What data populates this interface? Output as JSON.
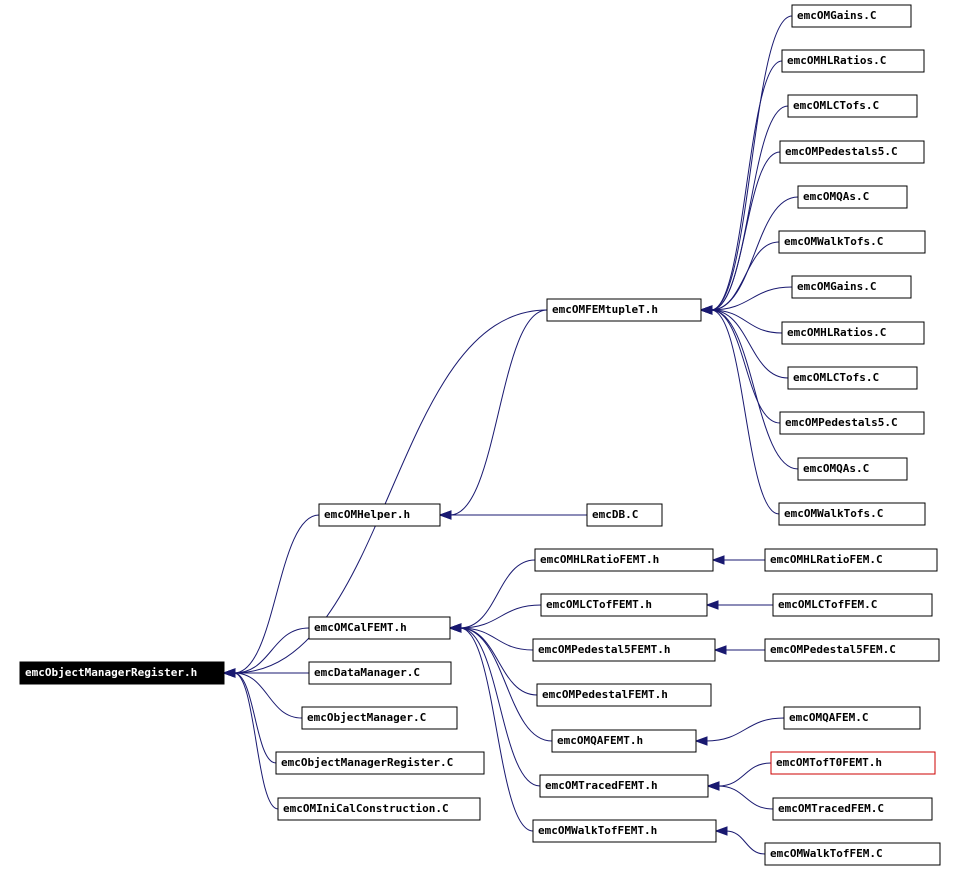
{
  "nodes": {
    "root": "emcObjectManagerRegister.h",
    "emcOMFEMtupleT_h": "emcOMFEMtupleT.h",
    "emcOMHelper_h": "emcOMHelper.h",
    "emcOMCalFEMT_h": "emcOMCalFEMT.h",
    "emcDataManager_C": "emcDataManager.C",
    "emcObjectManager_C": "emcObjectManager.C",
    "emcObjectManagerRegister_C": "emcObjectManagerRegister.C",
    "emcOMIniCalConstruction_C": "emcOMIniCalConstruction.C",
    "emcDB_C": "emcDB.C",
    "emcOMHLRatioFEMT_h": "emcOMHLRatioFEMT.h",
    "emcOMLCTofFEMT_h": "emcOMLCTofFEMT.h",
    "emcOMPedestal5FEMT_h": "emcOMPedestal5FEMT.h",
    "emcOMPedestalFEMT_h": "emcOMPedestalFEMT.h",
    "emcOMQAFEMT_h": "emcOMQAFEMT.h",
    "emcOMTracedFEMT_h": "emcOMTracedFEMT.h",
    "emcOMWalkTofFEMT_h": "emcOMWalkTofFEMT.h",
    "emcOMHLRatioFEM_C": "emcOMHLRatioFEM.C",
    "emcOMLCTofFEM_C": "emcOMLCTofFEM.C",
    "emcOMPedestal5FEM_C": "emcOMPedestal5FEM.C",
    "emcOMQAFEM_C": "emcOMQAFEM.C",
    "emcOMTofT0FEMT_h": "emcOMTofT0FEMT.h",
    "emcOMTracedFEM_C": "emcOMTracedFEM.C",
    "emcOMWalkTofFEM_C": "emcOMWalkTofFEM.C",
    "t_gains_1": "emcOMGains.C",
    "t_hlratios_1": "emcOMHLRatios.C",
    "t_lctofs_1": "emcOMLCTofs.C",
    "t_pedestals5_1": "emcOMPedestals5.C",
    "t_qas_1": "emcOMQAs.C",
    "t_walktofs_1": "emcOMWalkTofs.C",
    "t_gains_2": "emcOMGains.C",
    "t_hlratios_2": "emcOMHLRatios.C",
    "t_lctofs_2": "emcOMLCTofs.C",
    "t_pedestals5_2": "emcOMPedestals5.C",
    "t_qas_2": "emcOMQAs.C",
    "t_walktofs_2": "emcOMWalkTofs.C"
  },
  "edges": [
    [
      "emcOMFEMtupleT_h",
      "root"
    ],
    [
      "emcOMHelper_h",
      "root"
    ],
    [
      "emcOMCalFEMT_h",
      "root"
    ],
    [
      "emcDataManager_C",
      "root"
    ],
    [
      "emcObjectManager_C",
      "root"
    ],
    [
      "emcObjectManagerRegister_C",
      "root"
    ],
    [
      "emcOMIniCalConstruction_C",
      "root"
    ],
    [
      "emcOMFEMtupleT_h",
      "emcOMHelper_h"
    ],
    [
      "emcDB_C",
      "emcOMHelper_h"
    ],
    [
      "emcOMHLRatioFEMT_h",
      "emcOMCalFEMT_h"
    ],
    [
      "emcOMLCTofFEMT_h",
      "emcOMCalFEMT_h"
    ],
    [
      "emcOMPedestal5FEMT_h",
      "emcOMCalFEMT_h"
    ],
    [
      "emcOMPedestalFEMT_h",
      "emcOMCalFEMT_h"
    ],
    [
      "emcOMQAFEMT_h",
      "emcOMCalFEMT_h"
    ],
    [
      "emcOMTracedFEMT_h",
      "emcOMCalFEMT_h"
    ],
    [
      "emcOMWalkTofFEMT_h",
      "emcOMCalFEMT_h"
    ],
    [
      "emcOMHLRatioFEM_C",
      "emcOMHLRatioFEMT_h"
    ],
    [
      "emcOMLCTofFEM_C",
      "emcOMLCTofFEMT_h"
    ],
    [
      "emcOMPedestal5FEM_C",
      "emcOMPedestal5FEMT_h"
    ],
    [
      "emcOMQAFEM_C",
      "emcOMQAFEMT_h"
    ],
    [
      "emcOMTofT0FEMT_h",
      "emcOMTracedFEMT_h"
    ],
    [
      "emcOMTracedFEM_C",
      "emcOMTracedFEMT_h"
    ],
    [
      "emcOMWalkTofFEM_C",
      "emcOMWalkTofFEMT_h"
    ],
    [
      "t_gains_1",
      "emcOMFEMtupleT_h"
    ],
    [
      "t_hlratios_1",
      "emcOMFEMtupleT_h"
    ],
    [
      "t_lctofs_1",
      "emcOMFEMtupleT_h"
    ],
    [
      "t_pedestals5_1",
      "emcOMFEMtupleT_h"
    ],
    [
      "t_qas_1",
      "emcOMFEMtupleT_h"
    ],
    [
      "t_walktofs_1",
      "emcOMFEMtupleT_h"
    ],
    [
      "t_gains_2",
      "emcOMFEMtupleT_h"
    ],
    [
      "t_hlratios_2",
      "emcOMFEMtupleT_h"
    ],
    [
      "t_lctofs_2",
      "emcOMFEMtupleT_h"
    ],
    [
      "t_pedestals5_2",
      "emcOMFEMtupleT_h"
    ],
    [
      "t_qas_2",
      "emcOMFEMtupleT_h"
    ],
    [
      "t_walktofs_2",
      "emcOMFEMtupleT_h"
    ]
  ],
  "colors": {
    "edge": "#191970",
    "root_fill": "#000000",
    "root_text": "#ffffff",
    "highlight_border": "#cc0000"
  }
}
